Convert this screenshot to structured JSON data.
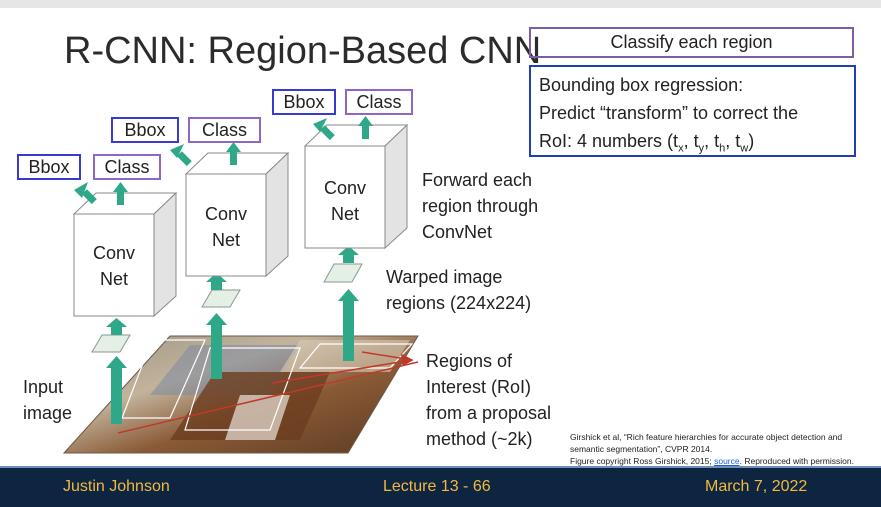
{
  "title": "R-CNN: Region-Based CNN",
  "classify_box": "Classify each region",
  "bbox_regression": {
    "line1": "Bounding box regression:",
    "line2": "Predict “transform” to correct the",
    "line3_prefix": "RoI: 4 numbers (t",
    "subs": [
      "x",
      "y",
      "h",
      "w"
    ]
  },
  "convnet": {
    "line1": "Conv",
    "line2": "Net"
  },
  "label_bbox": "Bbox",
  "label_class": "Class",
  "forward_text": [
    "Forward each",
    "region through",
    "ConvNet"
  ],
  "warped_text": [
    "Warped image",
    "regions (224x224)"
  ],
  "roi_text": [
    "Regions of",
    "Interest (RoI)",
    "from a proposal",
    "method (~2k)"
  ],
  "input_text": [
    "Input",
    "image"
  ],
  "citation": {
    "line1": "Girshick et al, “Rich feature hierarchies for accurate object detection and",
    "line2": "semantic segmentation”, CVPR 2014.",
    "line3_prefix": "Figure copyright Ross Girshick, 2015; ",
    "link": "source",
    "line3_suffix": ". Reproduced with permission."
  },
  "footer": {
    "author": "Justin Johnson",
    "lecture": "Lecture 13 -  66",
    "date": "March 7, 2022"
  },
  "colors": {
    "arrow": "#2fa88a",
    "bbox_border": "#3a3ad0",
    "class_border": "#8e66c7",
    "footer_bg": "#0e2542",
    "footer_text": "#f3b83c"
  }
}
